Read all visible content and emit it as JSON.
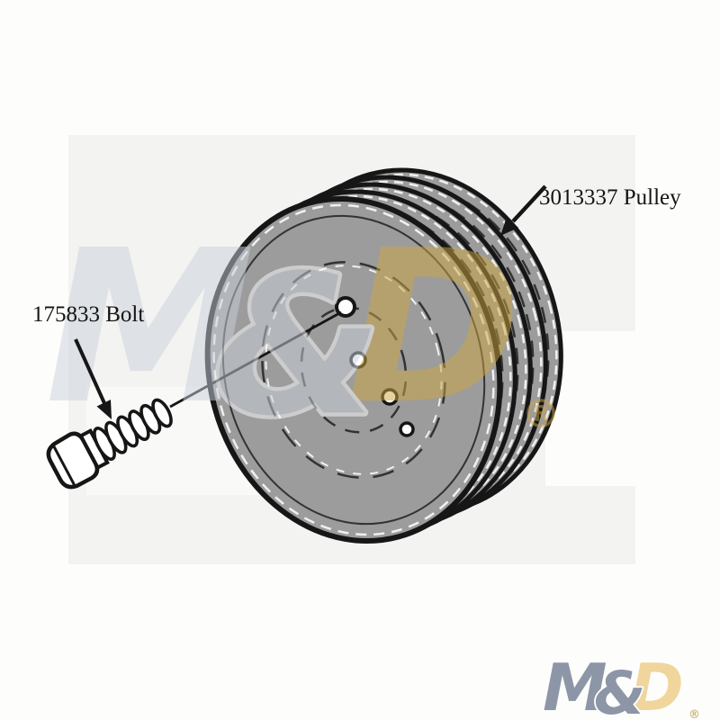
{
  "diagram": {
    "callouts": {
      "bolt": {
        "part_number": "175833",
        "part_name": "Bolt",
        "label": "175833 Bolt"
      },
      "pulley": {
        "part_number": "3013337",
        "part_name": "Pulley",
        "label": "3013337 Pulley"
      }
    }
  },
  "brand": {
    "m": "M",
    "amp": "&",
    "d": "D",
    "registered": "®"
  },
  "colors": {
    "background": "#fdfdfc",
    "paper_shade": "#f3f3f1",
    "line": "#161616",
    "pulley_fill": "#9c9c9c",
    "watermark_gray": "#cad0db",
    "watermark_gold": "#cfa741",
    "logo_gray": "#8d96a6",
    "logo_gold": "#f0d59c",
    "registered_gold": "#d2b67c",
    "label_text": "#141414"
  }
}
